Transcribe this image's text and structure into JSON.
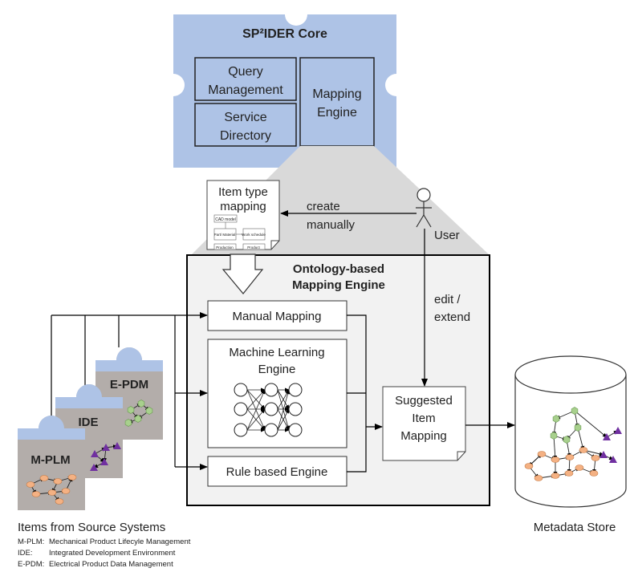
{
  "core": {
    "title": "SP²IDER Core",
    "query_line1": "Query",
    "query_line2": "Management",
    "service_line1": "Service",
    "service_line2": "Directory",
    "mapping_line1": "Mapping",
    "mapping_line2": "Engine",
    "fill_color": "#aec3e6"
  },
  "item_type_mapping": {
    "line1": "Item type",
    "line2": "mapping",
    "mini_boxes": [
      "CAD model",
      "Part/ Material",
      "Work schedule",
      "Production",
      "Product"
    ]
  },
  "create_label": {
    "line1": "create",
    "line2": "manually"
  },
  "user_label": "User",
  "edit_label": {
    "line1": "edit /",
    "line2": "extend"
  },
  "engine": {
    "title_line1": "Ontology-based",
    "title_line2": "Mapping Engine",
    "manual_mapping": "Manual Mapping",
    "ml_line1": "Machine Learning",
    "ml_line2": "Engine",
    "rule_based": "Rule based Engine"
  },
  "suggested": {
    "line1": "Suggested",
    "line2": "Item",
    "line3": "Mapping"
  },
  "sources": {
    "epdm": "E-PDM",
    "ide": "IDE",
    "mplm": "M-PLM",
    "caption": "Items from Source Systems",
    "legend": [
      {
        "abbr": "M-PLM:",
        "text": "Mechanical Product Lifecyle Management"
      },
      {
        "abbr": "IDE:",
        "text": "Integrated Development Environment"
      },
      {
        "abbr": "E-PDM:",
        "text": "Electrical Product Data Management"
      }
    ]
  },
  "metadata_store": "Metadata Store",
  "colors": {
    "castle_gray": "#b3adaa",
    "castle_blue": "#aec3e6",
    "green_node": "#a8d08d",
    "orange_node": "#f4b183",
    "purple_node": "#7030a0",
    "engine_bg": "#f2f2f2"
  }
}
